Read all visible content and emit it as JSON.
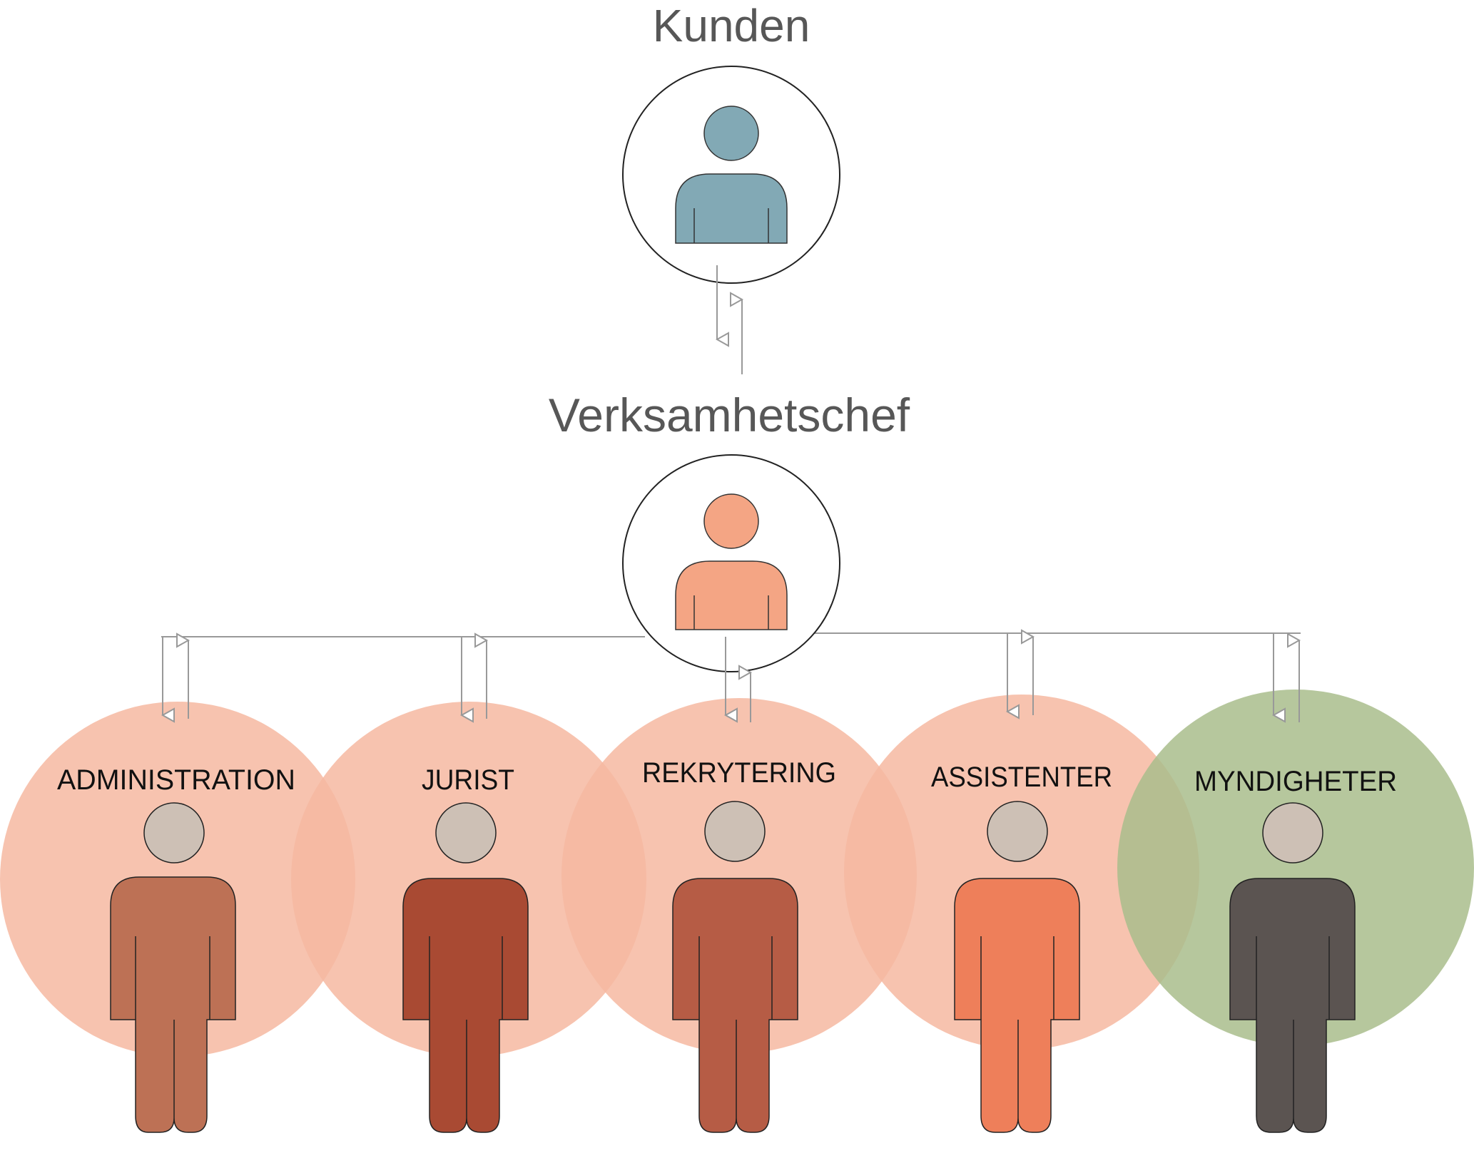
{
  "diagram": {
    "top_title": "Kunden",
    "middle_title": "Verksamhetschef",
    "nodes": {
      "kunden_color": "#82a9b5",
      "chef_color": "#f4a584"
    },
    "departments": [
      {
        "label": "ADMINISTRATION",
        "circle_color": "#f6b9a1",
        "body_color": "#bd7155"
      },
      {
        "label": "JURIST",
        "circle_color": "#f6b9a1",
        "body_color": "#a94a33"
      },
      {
        "label": "REKRYTERING",
        "circle_color": "#f6b9a1",
        "body_color": "#b65c45"
      },
      {
        "label": "ASSISTENTER",
        "circle_color": "#f6b9a1",
        "body_color": "#ee7f5a"
      },
      {
        "label": "MYNDIGHETER",
        "circle_color": "#b6c69c",
        "body_color": "#5b5451"
      }
    ],
    "head_color": "#cdc0b5",
    "connector_color": "#999999"
  }
}
